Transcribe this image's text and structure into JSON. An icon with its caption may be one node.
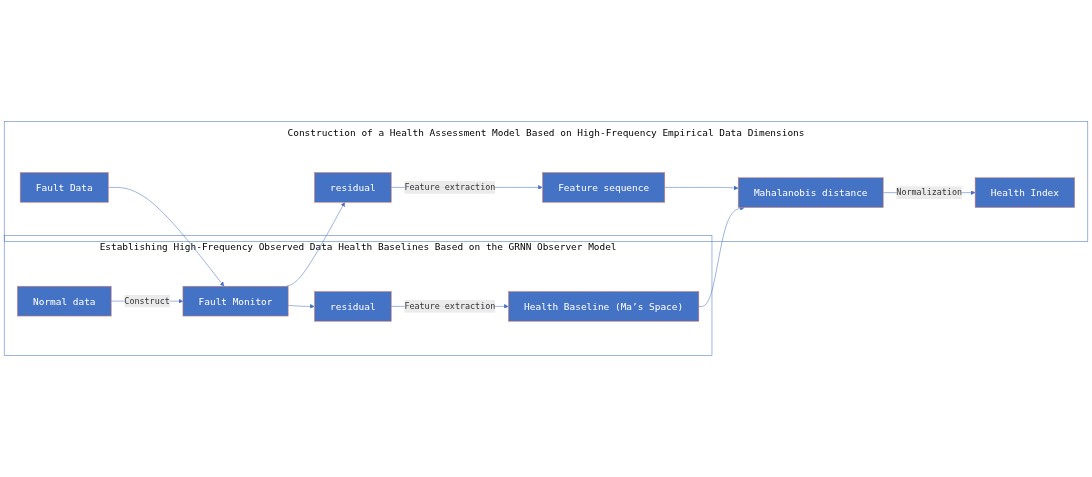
{
  "diagram": {
    "nodes": [
      {
        "text": [
          "Establishing High-Frequency Observed Data Health Baselines Based on the GRNN Observer Model"
        ]
      },
      {
        "text": [
          "Normal data"
        ],
        "in": 0
      },
      {
        "text": [
          "Fault Monitor"
        ],
        "in": 0
      },
      {
        "text": [
          "residual"
        ],
        "in": 0
      },
      {
        "text": [
          "Health Baseline (Ma’s Space)"
        ],
        "in": 0
      },
      {
        "text": [
          "Construction of a Health Assessment Model Based on High-Frequency Empirical Data Dimensions"
        ]
      },
      {
        "text": [
          "Fault Data"
        ],
        "in": 5
      },
      {
        "text": [
          "residual"
        ],
        "in": 5
      },
      {
        "text": [
          "Feature sequence"
        ],
        "in": 5
      },
      {
        "text": [
          "Mahalanobis distance"
        ],
        "in": 5
      },
      {
        "text": [
          "Health Index"
        ],
        "in": 5
      }
    ],
    "edges": [
      {
        "from": 1,
        "to": 2,
        "arrow": "to",
        "label": "Construct"
      },
      {
        "from": 2,
        "to": 3,
        "arrow": "to"
      },
      {
        "from": 3,
        "to": 4,
        "arrow": "to",
        "label": "Feature extraction"
      },
      {
        "from": 6,
        "to": 2,
        "arrow": "to"
      },
      {
        "from": 2,
        "to": 7,
        "arrow": "to"
      },
      {
        "from": 7,
        "to": 8,
        "arrow": "to",
        "label": "Feature extraction"
      },
      {
        "from": 8,
        "to": 9,
        "arrow": "to"
      },
      {
        "from": 4,
        "to": 9,
        "arrow": "to"
      },
      {
        "from": 9,
        "to": 10,
        "arrow": "to",
        "label": "Normalization"
      }
    ]
  }
}
